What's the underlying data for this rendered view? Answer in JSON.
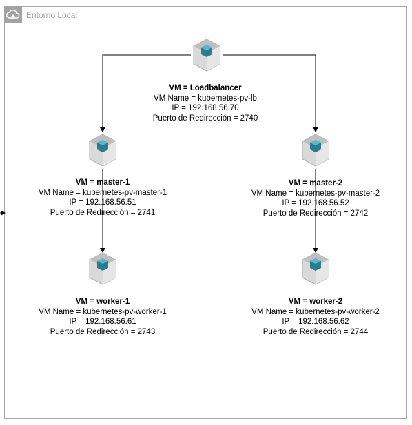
{
  "environment": {
    "label": "Entorno Local",
    "icon": "cloud-icon"
  },
  "vm_icon": "virtualbox-icon",
  "vms": {
    "lb": {
      "title": "VM = Loadbalancer",
      "name": "VM Name = kubernetes-pv-lb",
      "ip": "IP = 192.168.56.70",
      "port": "Puerto de Redirección = 2740"
    },
    "m1": {
      "title": "VM = master-1",
      "name": "VM Name = kubernetes-pv-master-1",
      "ip": "IP = 192.168.56.51",
      "port": "Puerto de Redirección = 2741"
    },
    "m2": {
      "title": "VM = master-2",
      "name": "VM Name = kubernetes-pv-master-2",
      "ip": "IP = 192.168.56.52",
      "port": "Puerto de Redirección = 2742"
    },
    "w1": {
      "title": "VM = worker-1",
      "name": "VM Name = kubernetes-pv-worker-1",
      "ip": "IP = 192.168.56.61",
      "port": "Puerto de Redirección = 2743"
    },
    "w2": {
      "title": "VM = worker-2",
      "name": "VM Name = kubernetes-pv-worker-2",
      "ip": "IP = 192.168.56.62",
      "port": "Puerto de Redirección = 2744"
    }
  }
}
